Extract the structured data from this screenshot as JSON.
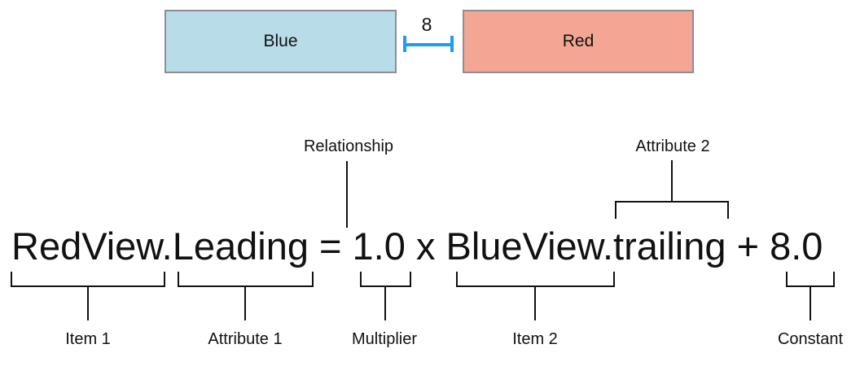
{
  "colors": {
    "accent_blue": "#1e9bf7",
    "blue_view_fill": "#b8dce8",
    "red_view_fill": "#f2a693",
    "box_border": "#8e8e93",
    "line_black": "#111111"
  },
  "views": {
    "blue": {
      "label": "Blue"
    },
    "red": {
      "label": "Red"
    },
    "spacing_value": "8"
  },
  "equation": {
    "text": "RedView.Leading = 1.0 x BlueView.trailing + 8.0"
  },
  "labels": {
    "relationship": "Relationship",
    "attribute2": "Attribute 2",
    "item1": "Item 1",
    "attribute1": "Attribute 1",
    "multiplier": "Multiplier",
    "item2": "Item 2",
    "constant": "Constant"
  }
}
